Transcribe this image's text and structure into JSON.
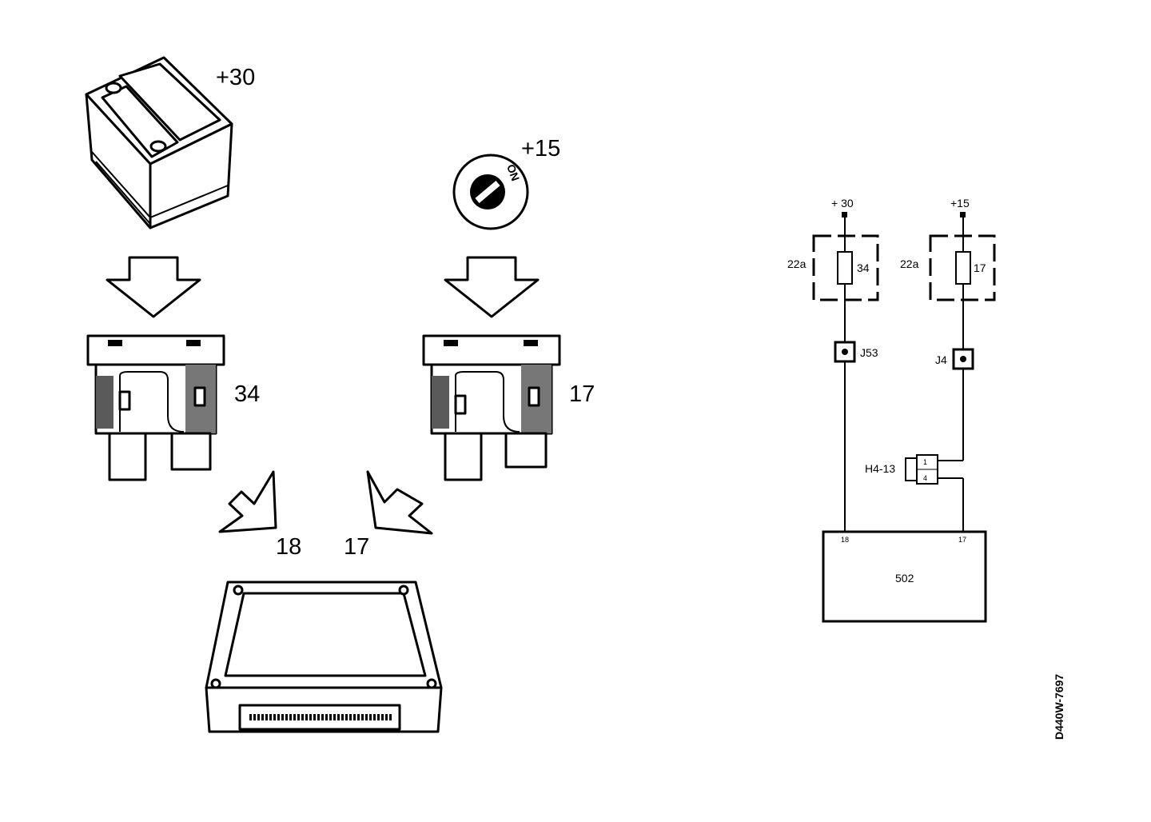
{
  "illustration": {
    "battery_label": "+30",
    "ignition_label": "+15",
    "ignition_key_text": "ON",
    "fuse_left_label": "34",
    "fuse_right_label": "17",
    "ecu_pin_left_label": "18",
    "ecu_pin_right_label": "17"
  },
  "schematic": {
    "supply_left": "+ 30",
    "supply_right": "+15",
    "fusebox_left_label": "22a",
    "fusebox_right_label": "22a",
    "fuse_left_number": "34",
    "fuse_right_number": "17",
    "connector_left": "J53",
    "connector_right": "J4",
    "plug_label": "H4-13",
    "plug_pin_top": "1",
    "plug_pin_bottom": "4",
    "module_pin_left": "18",
    "module_pin_right": "17",
    "module_label": "502"
  },
  "document_id": "D440W-7697"
}
